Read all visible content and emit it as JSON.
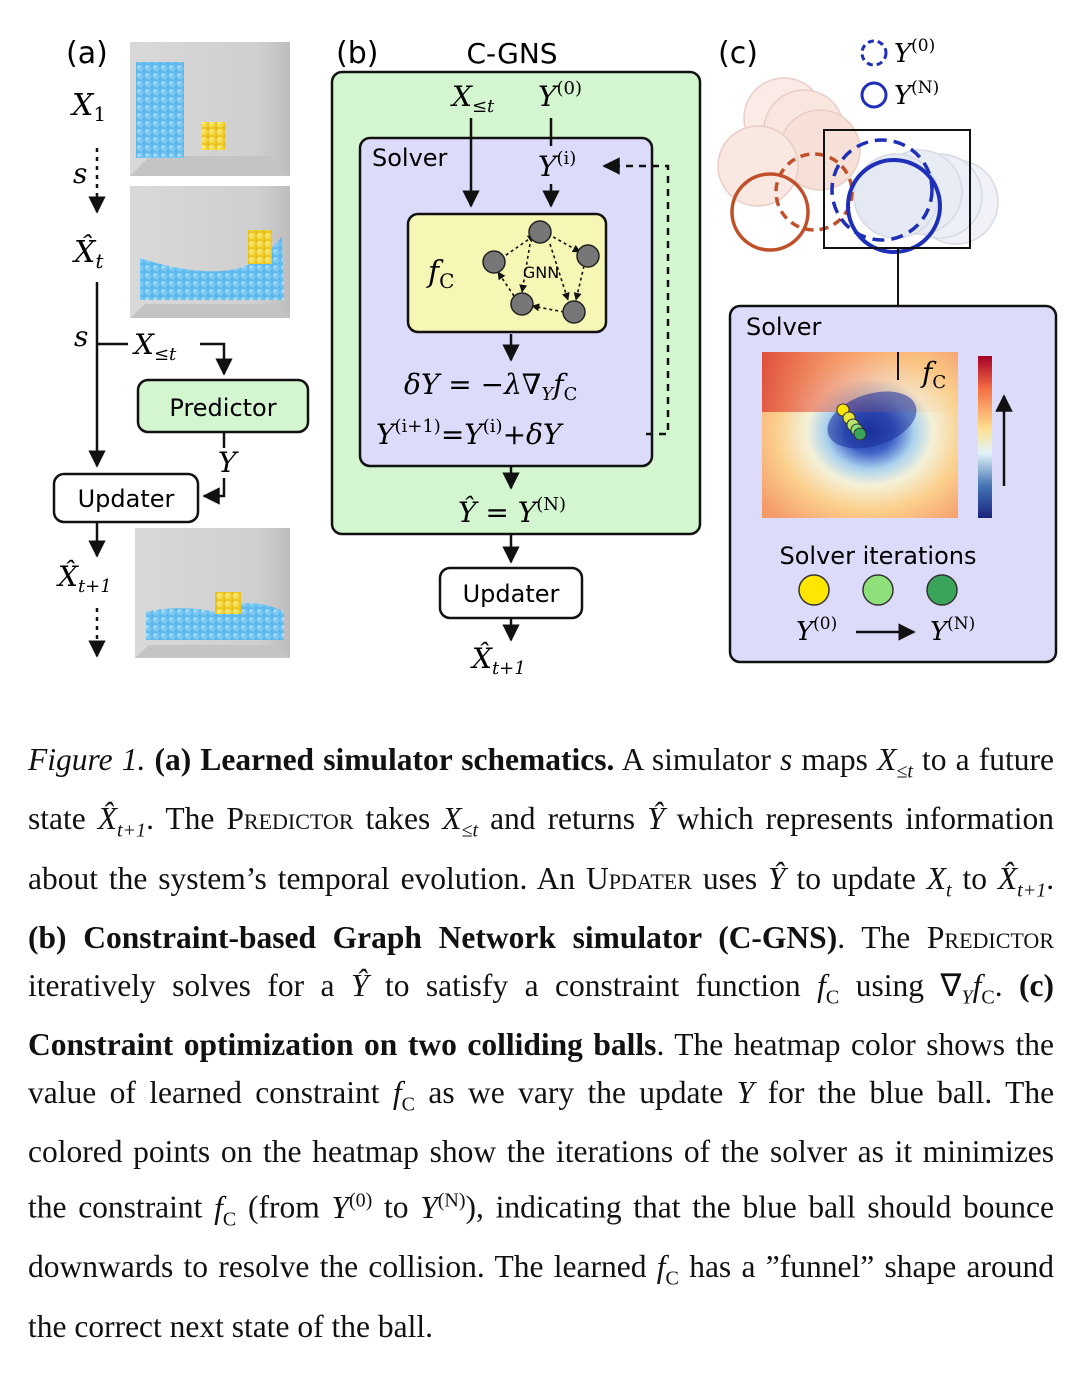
{
  "panel_a": {
    "label": "(a)",
    "x1": "X",
    "x1_sub": "1",
    "s_top": "s",
    "xhat_t": "X̂",
    "xhat_t_sub": "t",
    "s_mid": "s",
    "x_le_t": "X",
    "x_le_t_sub": "≤t",
    "predictor": "Predictor",
    "y": "Y",
    "updater": "Updater",
    "xhat_t1": "X̂",
    "xhat_t1_sub": "t+1"
  },
  "panel_b": {
    "label": "(b)",
    "title": "C-GNS",
    "x_le_t": "X",
    "x_le_t_sub": "≤t",
    "y0": "Y",
    "y0_sup": "(0)",
    "solver": "Solver",
    "yi": "Y",
    "yi_sup": "(i)",
    "fc": "f",
    "fc_sub": "C",
    "gnn": "GNN",
    "delta_eq": "δY = −λ∇",
    "delta_eq_sub": "Y",
    "delta_eq_tail": "f",
    "delta_eq_tail_sub": "C",
    "update_eq": "Y",
    "update_eq_sup": "(i+1)",
    "update_eq_mid": "=Y",
    "update_eq_mid_sup": "(i)",
    "update_eq_tail": "+δY",
    "yhat_eq": "Ŷ = Y",
    "yhat_eq_sup": "(N)",
    "updater": "Updater",
    "xhat_t1": "X̂",
    "xhat_t1_sub": "t+1"
  },
  "panel_c": {
    "label": "(c)",
    "legend_y0": "Y",
    "legend_y0_sup": "(0)",
    "legend_yn": "Y",
    "legend_yn_sup": "(N)",
    "solver": "Solver",
    "fc": "f",
    "fc_sub": "C",
    "iterations_title": "Solver iterations",
    "iter_from": "Y",
    "iter_from_sup": "(0)",
    "iter_to": "Y",
    "iter_to_sup": "(N)"
  },
  "colors": {
    "green_box": "#d3f5d0",
    "green_stroke": "#55a055",
    "solver_box": "#dcdcfa",
    "gnn_box": "#f7f7b5",
    "red_ball": "#c0502a",
    "blue_ball": "#1e2fb8",
    "iter_yellow": "#ffe600",
    "iter_lightgreen": "#8fe07a",
    "iter_green": "#3aa55a"
  },
  "caption": {
    "fig": "Figure 1.",
    "a_bold": "(a) Learned simulator schematics.",
    "t1": "A simulator",
    "s": "s",
    "t2": "maps",
    "x": "X",
    "x_sub": "≤t",
    "t3": "to a future state",
    "xhat": "X̂",
    "xhat_sub": "t+1",
    "t4": ". The",
    "predictor": "Predictor",
    "t5": "takes",
    "t6": "and returns",
    "yhat": "Ŷ",
    "t7": "which represents information about the system’s temporal evolution. An",
    "updater": "Updater",
    "t8": "uses",
    "t9": "to update",
    "xt": "X",
    "xt_sub": "t",
    "t10": "to",
    "t11": ".",
    "b_bold": "(b) Constraint-based Graph Network simulator (C-GNS)",
    "t12": ". The",
    "t13": "iteratively solves for a",
    "t14": "to satisfy a constraint function",
    "fc": "f",
    "fc_sub": "C",
    "t15": "using ∇",
    "grad_sub": "Y",
    "t16": ".",
    "c_bold": "(c) Constraint optimization on two colliding balls",
    "t17": ". The heatmap color shows the value of learned constraint",
    "t18": "as we vary the update",
    "y": "Y",
    "t19": "for the blue ball. The colored points on the heatmap show the iterations of the solver as it minimizes the constraint",
    "t20": "(from",
    "y0_sup": "(0)",
    "t21": "to",
    "yn_sup": "(N)",
    "t22": "), indicating that the blue ball should bounce downwards to resolve the collision. The learned",
    "t23": "has a ”funnel” shape around the correct next state of the ball."
  }
}
